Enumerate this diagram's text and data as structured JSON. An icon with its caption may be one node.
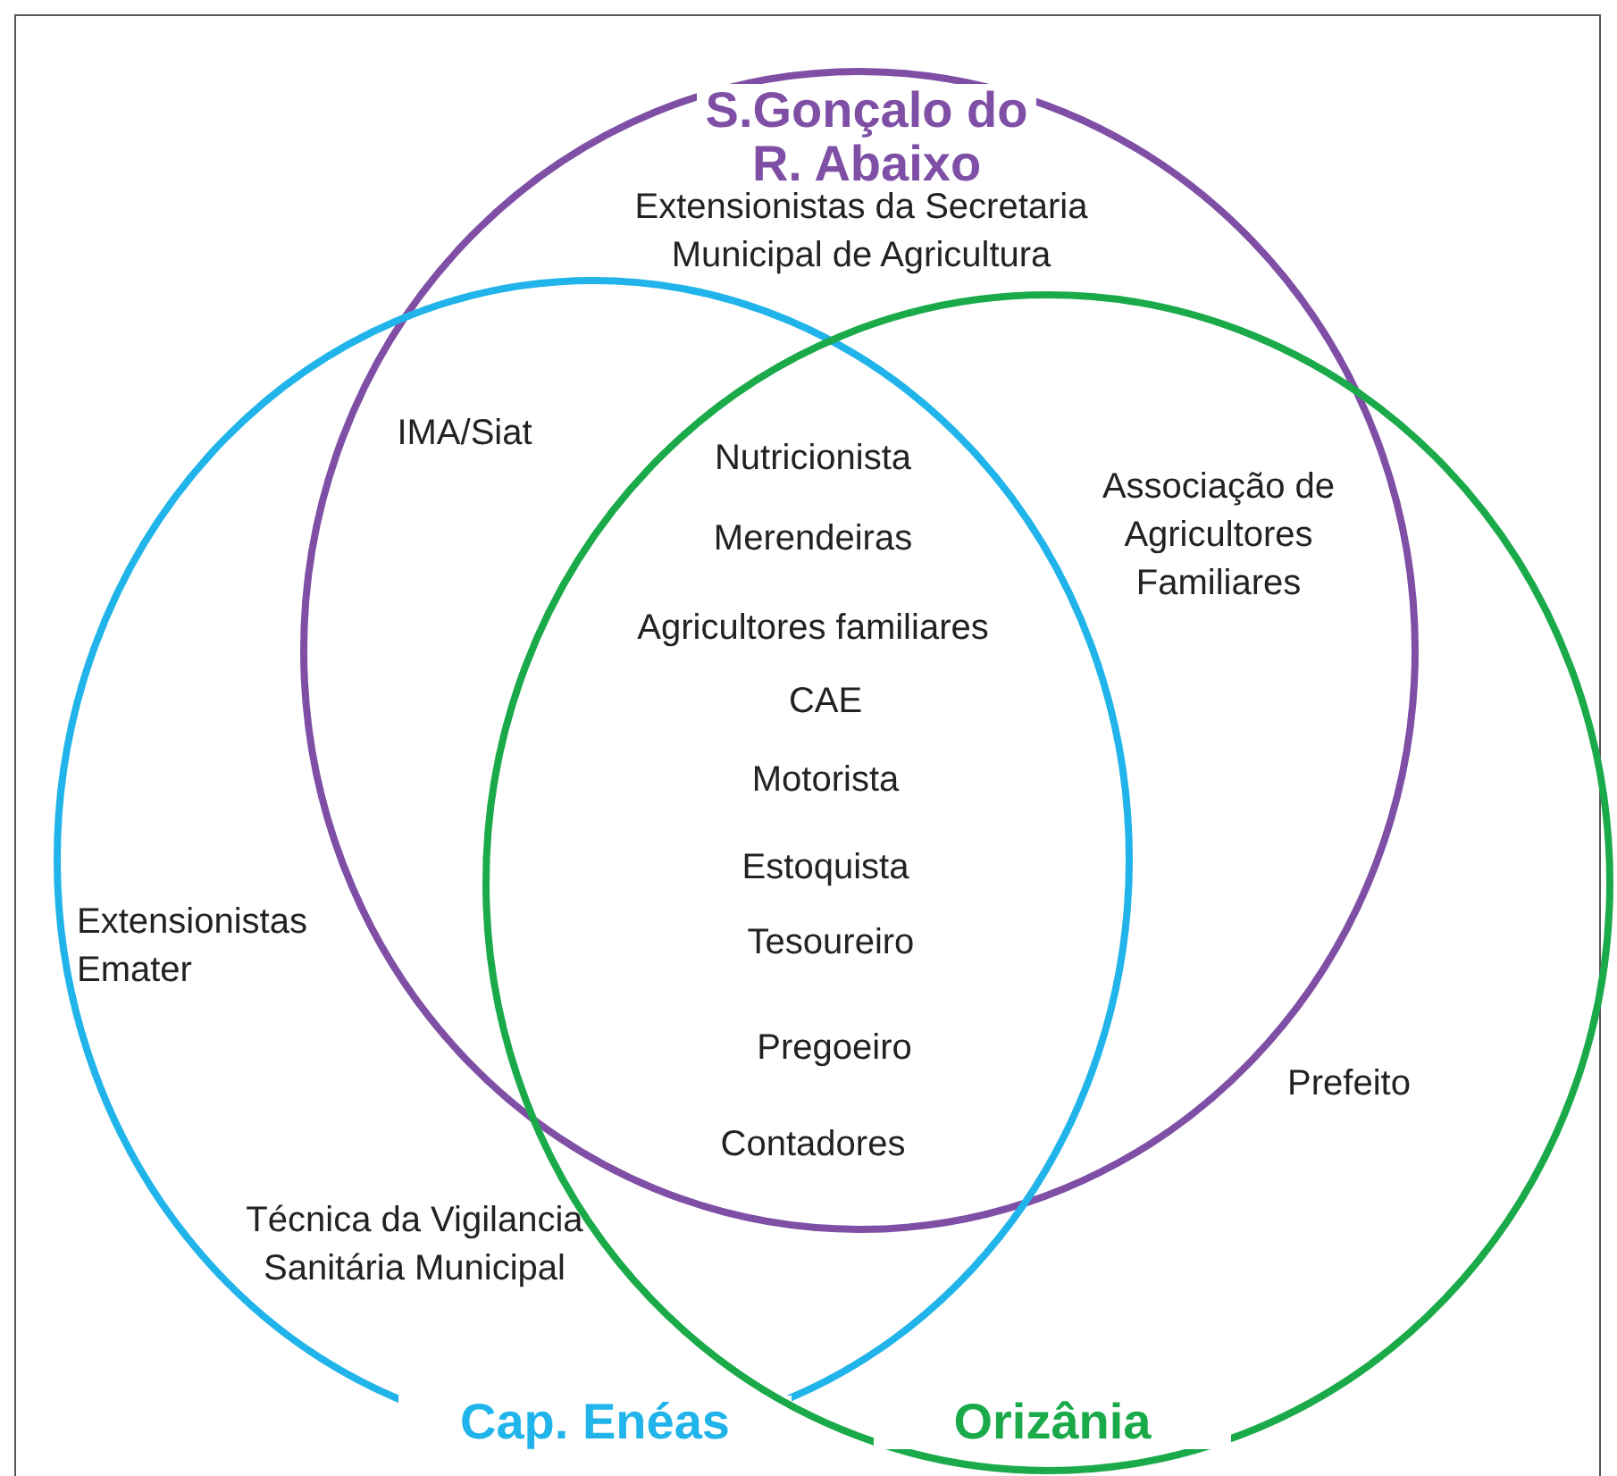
{
  "diagram": {
    "nodes": [
      {
        "text": [
          "S.Gonçalo do R. Abaixo"
        ]
      },
      {
        "text": [
          "Cap. Enéas"
        ]
      },
      {
        "text": [
          "Orizânia"
        ]
      }
    ],
    "labels": [
      "Extensionistas da Secretaria Municipal de Agricultura",
      "IMA/Siat",
      "Associação de Agricultores Familiares",
      "Nutricionista",
      "Merendeiras",
      "Agricultores familiares",
      "CAE",
      "Motorista",
      "Estoquista",
      "Extensionistas Emater",
      "Tesoureiro",
      "Pregoeiro",
      "Prefeito",
      "Contadores",
      "Técnica da Vigilancia Sanitária Municipal"
    ]
  }
}
